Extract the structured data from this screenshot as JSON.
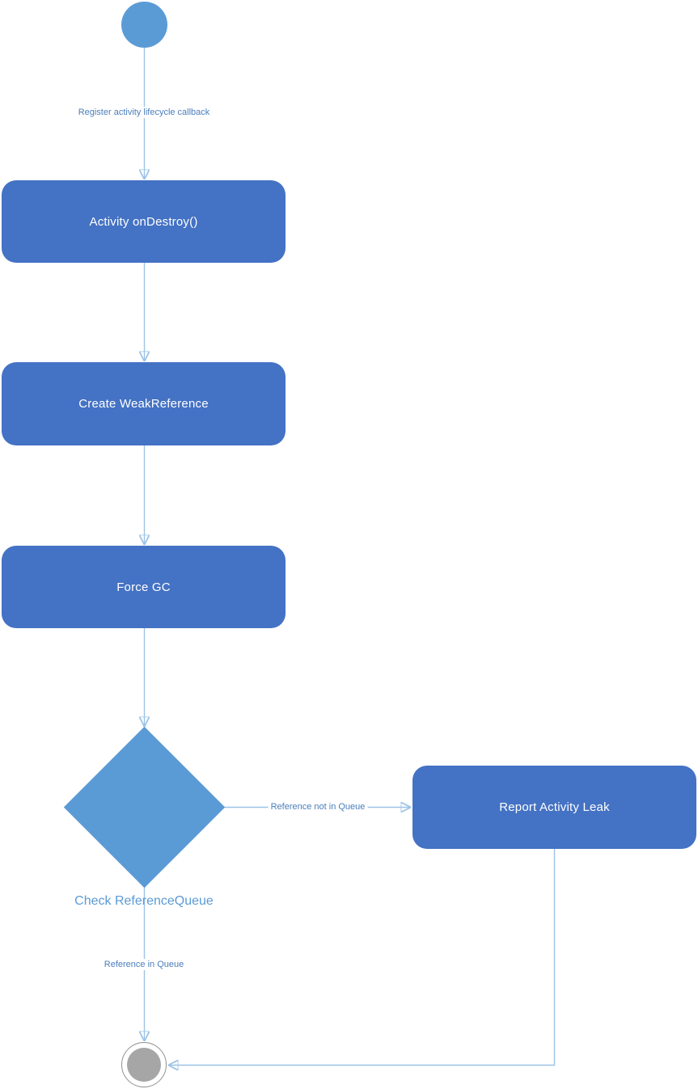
{
  "diagram": {
    "type": "uml-activity-flowchart",
    "nodes": {
      "start": {
        "type": "initial-node"
      },
      "activity_ondestroy": {
        "label": "Activity onDestroy()",
        "shape": "rounded-rectangle"
      },
      "create_weakreference": {
        "label": "Create WeakReference",
        "shape": "rounded-rectangle"
      },
      "force_gc": {
        "label": "Force GC",
        "shape": "rounded-rectangle"
      },
      "check_referencequeue": {
        "label": "Check ReferenceQueue",
        "shape": "decision-diamond"
      },
      "report_activity_leak": {
        "label": "Report Activity Leak",
        "shape": "rounded-rectangle"
      },
      "end": {
        "type": "final-node"
      }
    },
    "edges": {
      "register_callback": {
        "label": "Register activity lifecycle callback",
        "from": "start",
        "to": "activity_ondestroy"
      },
      "ondestroy_to_weakref": {
        "label": "",
        "from": "activity_ondestroy",
        "to": "create_weakreference"
      },
      "weakref_to_gc": {
        "label": "",
        "from": "create_weakreference",
        "to": "force_gc"
      },
      "gc_to_check": {
        "label": "",
        "from": "force_gc",
        "to": "check_referencequeue"
      },
      "reference_not_in_queue": {
        "label": "Reference not in Queue",
        "from": "check_referencequeue",
        "to": "report_activity_leak"
      },
      "reference_in_queue": {
        "label": "Reference in Queue",
        "from": "check_referencequeue",
        "to": "end"
      },
      "leak_to_end": {
        "label": "",
        "from": "report_activity_leak",
        "to": "end"
      }
    },
    "colors": {
      "process_fill": "#4472C4",
      "accent_fill": "#5B9BD5",
      "connector_line": "#9DC3E6",
      "arrowhead": "#4472C4",
      "edge_label_text": "#4A7EBB",
      "decision_caption_text": "#5B9BD5",
      "node_text": "#FFFFFF",
      "end_fill": "#A6A6A6",
      "end_ring": "#909090"
    }
  }
}
